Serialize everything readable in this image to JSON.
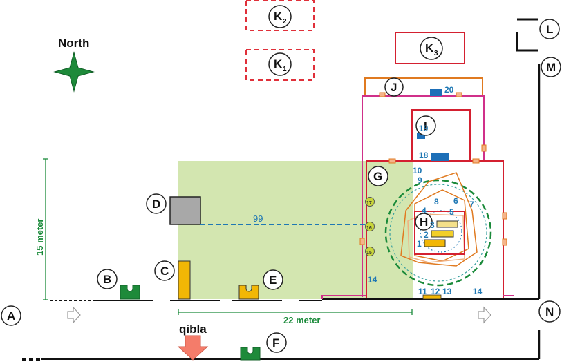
{
  "compass": {
    "label": "North"
  },
  "markers": {
    "A": "A",
    "B": "B",
    "C": "C",
    "D": "D",
    "E": "E",
    "F": "F",
    "G": "G",
    "H": "H",
    "I": "I",
    "J": "J",
    "K1": "K",
    "K1_sub": "1",
    "K2": "K",
    "K2_sub": "2",
    "K3": "K",
    "K3_sub": "3",
    "L": "L",
    "M": "M",
    "N": "N"
  },
  "measurements": {
    "depth": "15 meter",
    "width": "22 meter",
    "line_label": "99"
  },
  "qibla": {
    "label": "qibla"
  },
  "numbers": {
    "n1": "1",
    "n2": "2",
    "n3": "3",
    "n4": "4",
    "n5": "5",
    "n6": "6",
    "n7": "7",
    "n8": "8",
    "n9": "9",
    "n10": "10",
    "n11": "11",
    "n12": "12",
    "n13": "13",
    "n14a": "14",
    "n14b": "14",
    "n15": "15",
    "n16": "16",
    "n17": "17",
    "n18": "18",
    "n19": "19",
    "n20": "20"
  },
  "colors": {
    "courtyard": "#d3e6b0",
    "wall_red": "#d42030",
    "wall_magenta": "#d0308a",
    "orange": "#e07a20",
    "green_block": "#1e8a3a",
    "yellow_block": "#f2b705",
    "blue_block": "#1d6fb8",
    "dash_green": "#1a8a3a",
    "dash_blue": "#1f78b4",
    "qibla_arrow": "#f47c6a"
  }
}
